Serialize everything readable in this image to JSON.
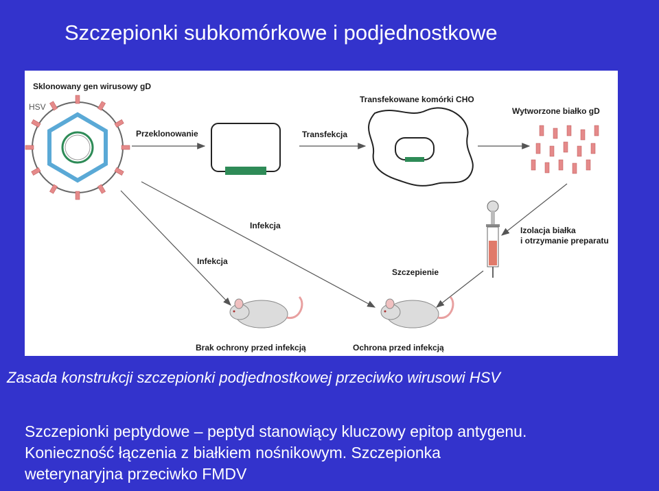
{
  "slide": {
    "title": "Szczepionki subkomórkowe i podjednostkowe",
    "caption": "Zasada konstrukcji szczepionki podjednostkowej przeciwko wirusowi HSV",
    "body_lines": [
      "Szczepionki peptydowe – peptyd stanowiący kluczowy epitop antygenu.",
      "Konieczność łączenia z białkiem nośnikowym. Szczepionka",
      "weterynaryjna przeciwko FMDV"
    ]
  },
  "diagram": {
    "labels": {
      "cloned_gene": "Sklonowany gen wirusowy gD",
      "hsv": "HSV",
      "cloning": "Przeklonowanie",
      "transfection": "Transfekcja",
      "cho_cells": "Transfekowane komórki CHO",
      "produced_protein": "Wytworzone białko gD",
      "infection_1": "Infekcja",
      "infection_2": "Infekcja",
      "isolation_1": "Izolacja białka",
      "isolation_2": "i otrzymanie preparatu",
      "vaccination": "Szczepienie",
      "no_protection": "Brak ochrony przed infekcją",
      "protection": "Ochrona przed infekcją"
    },
    "colors": {
      "capsid": "#5aa9d6",
      "spike": "#e58a8a",
      "gene": "#2e8b57",
      "syringe": "#e07a6a"
    }
  }
}
